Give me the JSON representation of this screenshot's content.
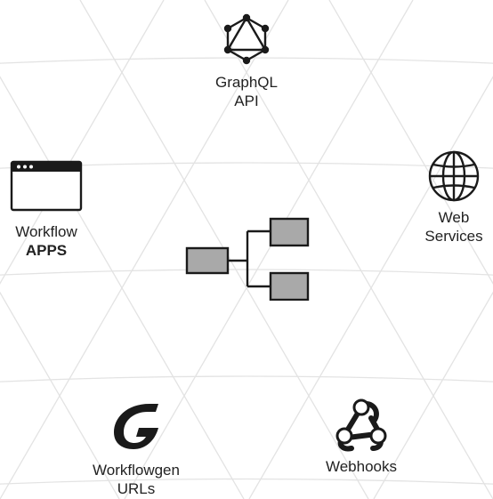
{
  "nodes": {
    "graphql": {
      "icon": "graphql-icon",
      "line1": "GraphQL",
      "line2": "API"
    },
    "workflow_apps": {
      "icon": "browser-window-icon",
      "line1": "Workflow",
      "line2": "APPS"
    },
    "web_services": {
      "icon": "globe-icon",
      "line1": "Web",
      "line2": "Services"
    },
    "workflowgen_urls": {
      "icon": "workflowgen-logo-icon",
      "line1": "Workflowgen",
      "line2": "URLs"
    },
    "webhooks": {
      "icon": "webhooks-icon",
      "line1": "Webhooks"
    },
    "center": {
      "icon": "workflow-hierarchy-icon"
    }
  },
  "colors": {
    "background": "#ffffff",
    "grid_lines": "#e3e3e3",
    "icon_stroke": "#1a1a1a",
    "box_fill": "#a9a9a9",
    "text": "#222222"
  }
}
